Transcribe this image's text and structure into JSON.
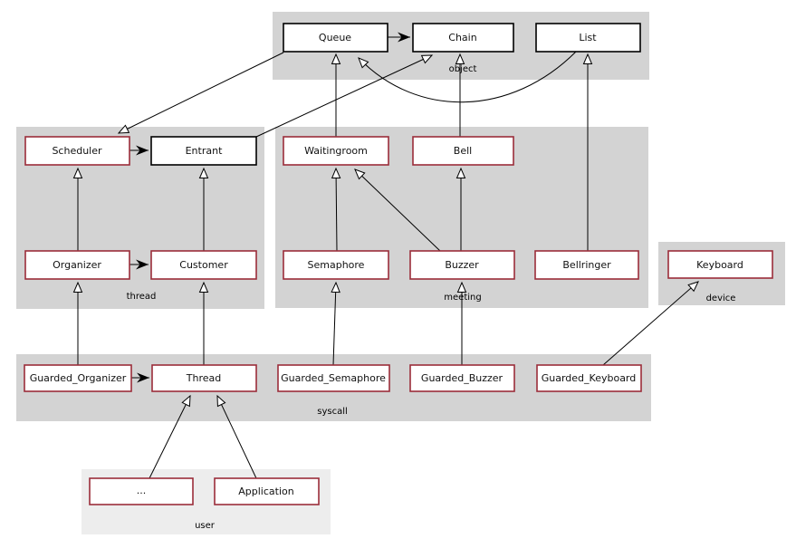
{
  "packages": {
    "object": {
      "label": "object"
    },
    "thread": {
      "label": "thread"
    },
    "meeting": {
      "label": "meeting"
    },
    "device": {
      "label": "device"
    },
    "syscall": {
      "label": "syscall"
    },
    "user": {
      "label": "user"
    }
  },
  "classes": {
    "queue": {
      "label": "Queue"
    },
    "chain": {
      "label": "Chain"
    },
    "list": {
      "label": "List"
    },
    "scheduler": {
      "label": "Scheduler"
    },
    "entrant": {
      "label": "Entrant"
    },
    "organizer": {
      "label": "Organizer"
    },
    "customer": {
      "label": "Customer"
    },
    "waitingroom": {
      "label": "Waitingroom"
    },
    "bell": {
      "label": "Bell"
    },
    "semaphore": {
      "label": "Semaphore"
    },
    "buzzer": {
      "label": "Buzzer"
    },
    "bellringer": {
      "label": "Bellringer"
    },
    "keyboard": {
      "label": "Keyboard"
    },
    "guarded_organizer": {
      "label": "Guarded_Organizer"
    },
    "thread_class": {
      "label": "Thread"
    },
    "guarded_semaphore": {
      "label": "Guarded_Semaphore"
    },
    "guarded_buzzer": {
      "label": "Guarded_Buzzer"
    },
    "guarded_keyboard": {
      "label": "Guarded_Keyboard"
    },
    "ellipsis": {
      "label": "..."
    },
    "application": {
      "label": "Application"
    }
  },
  "colors": {
    "package_fill": "#d3d3d3",
    "user_package_fill": "#ededed",
    "class_fill": "#ffffff",
    "red_border": "#9b2d3a",
    "black_border": "#000000",
    "line": "#000000"
  },
  "relations": {
    "open_arrow_edges": [
      "Waitingroom -> Queue",
      "Bell -> Chain",
      "Entrant -> Chain",
      "Queue -> Scheduler",
      "List -> Queue (curved)",
      "Bellringer -> List",
      "Organizer -> Scheduler",
      "Customer -> Entrant",
      "Semaphore -> Waitingroom",
      "Buzzer -> Waitingroom",
      "Buzzer -> Bell",
      "Thread -> Customer",
      "Guarded_Organizer -> Organizer",
      "Guarded_Semaphore -> Semaphore",
      "Guarded_Buzzer -> Buzzer",
      "Guarded_Keyboard -> Keyboard",
      "... -> Thread",
      "Application -> Thread"
    ],
    "solid_arrow_edges": [
      "Queue -> Chain",
      "Scheduler -> Entrant",
      "Organizer -> Customer",
      "Guarded_Organizer -> Thread"
    ]
  }
}
